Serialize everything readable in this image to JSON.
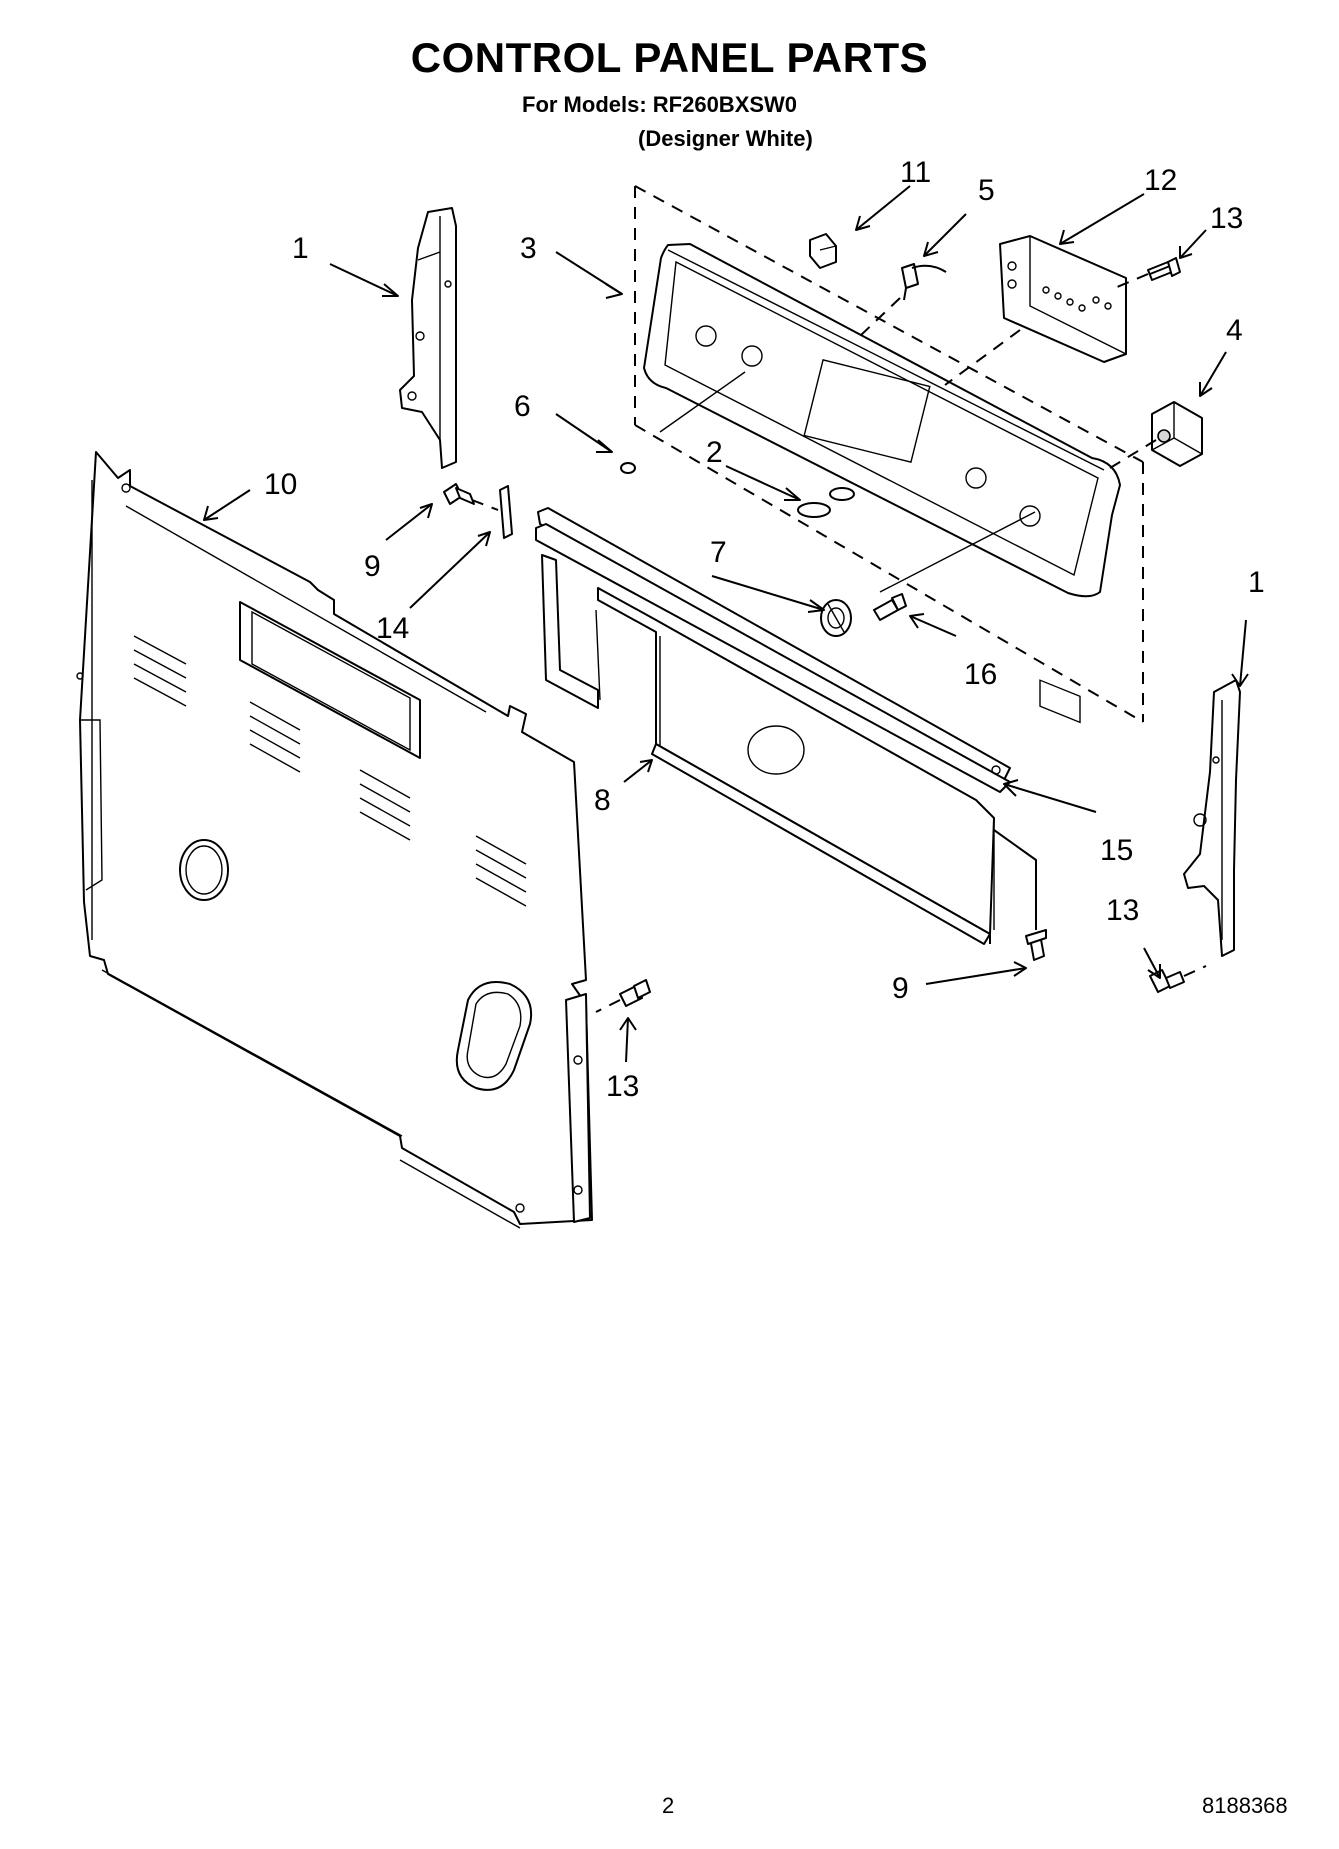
{
  "header": {
    "title": "CONTROL PANEL PARTS",
    "models": "For Models: RF260BXSW0",
    "variant": "(Designer White)"
  },
  "callouts": {
    "c1a": "1",
    "c1b": "1",
    "c2": "2",
    "c3": "3",
    "c4": "4",
    "c5": "5",
    "c6": "6",
    "c7": "7",
    "c8": "8",
    "c9a": "9",
    "c9b": "9",
    "c10": "10",
    "c11": "11",
    "c12": "12",
    "c13a": "13",
    "c13b": "13",
    "c13c": "13",
    "c14": "14",
    "c15": "15",
    "c16": "16"
  },
  "footer": {
    "page": "2",
    "doc": "8188368"
  }
}
